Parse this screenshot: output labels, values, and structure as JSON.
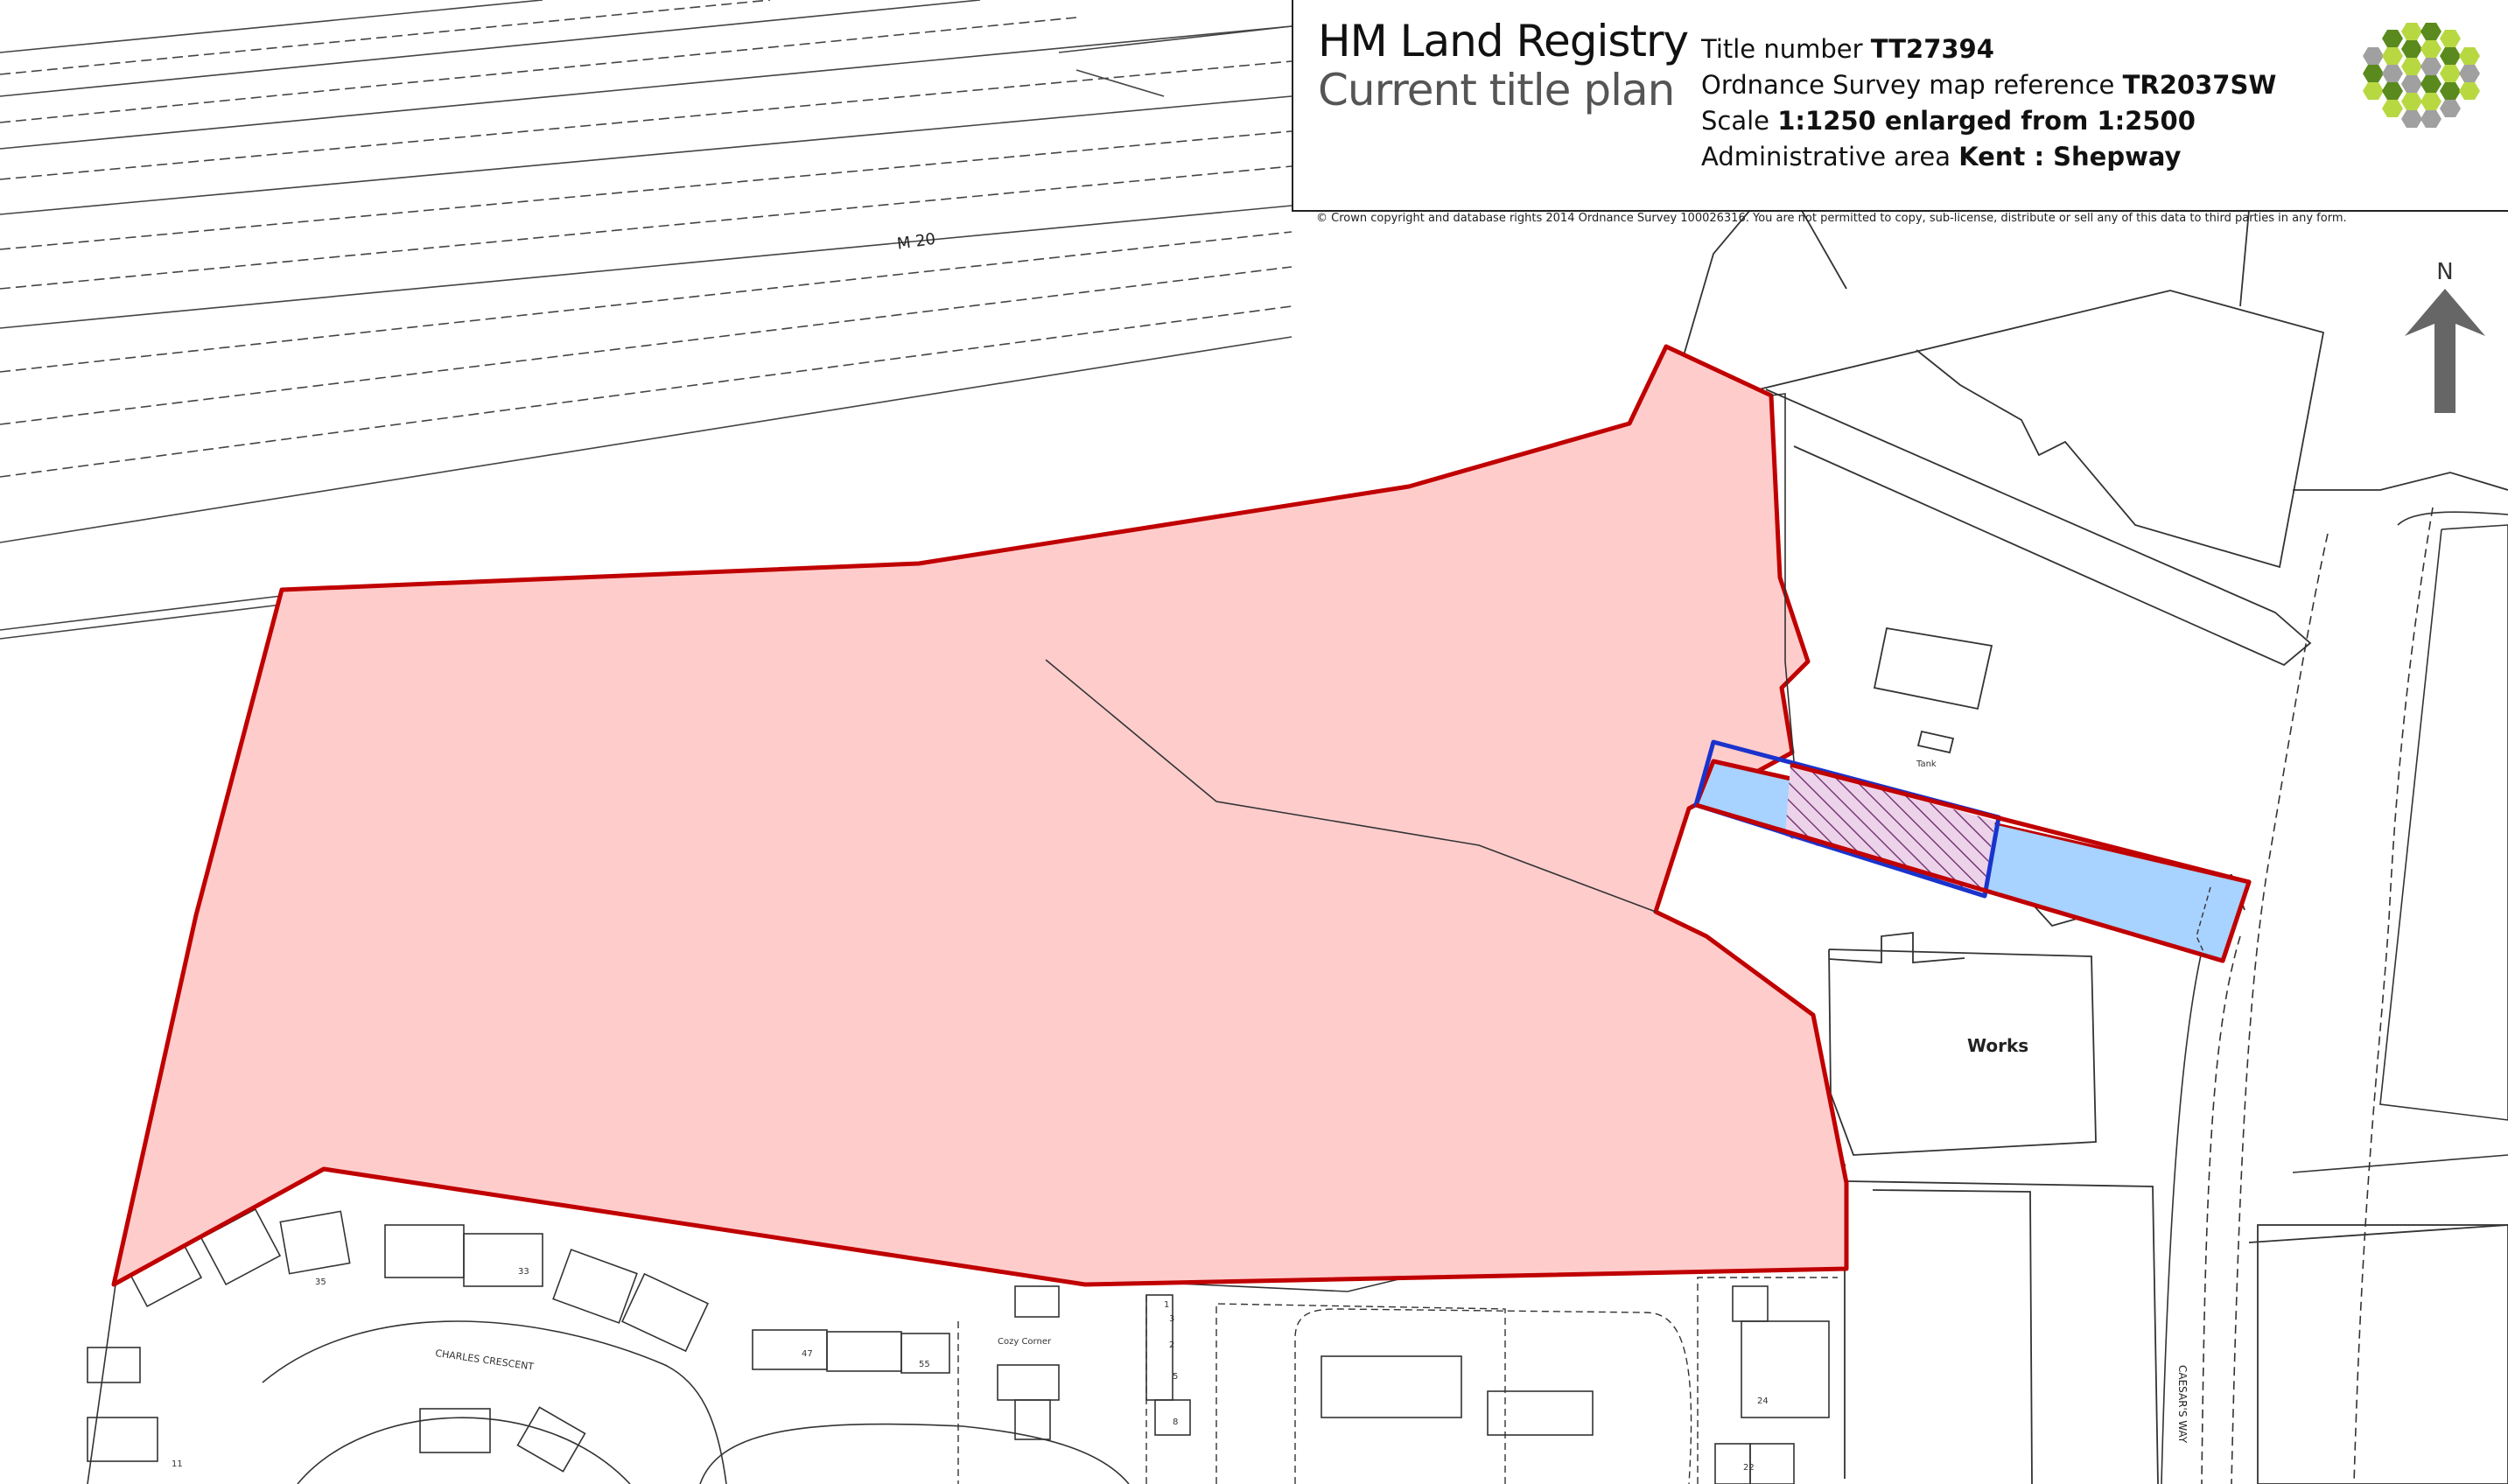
{
  "header": {
    "brand": "HM Land Registry",
    "subtitle": "Current title plan",
    "title_number_label": "Title number ",
    "title_number": "TT27394",
    "os_ref_label": "Ordnance Survey map reference ",
    "os_ref": "TR2037SW",
    "scale_label": "Scale ",
    "scale": "1:1250 enlarged from 1:2500",
    "admin_label": "Administrative area ",
    "admin_area": "Kent : Shepway"
  },
  "copyright": "© Crown copyright and database rights 2014 Ordnance Survey 100026316.  You are not permitted to copy, sub-license, distribute or sell any of this data to third parties in any form.",
  "north_label": "N",
  "map_labels": {
    "motorway": "M 20",
    "works": "Works",
    "tank": "Tank",
    "street_charles": "CHARLES CRESCENT",
    "street_caesars": "CAESAR'S WAY",
    "house_cozy": "Cozy Corner",
    "num_35": "35",
    "num_33": "33",
    "num_47": "47",
    "num_55": "55",
    "num_11": "11",
    "num_1": "1",
    "num_2": "2",
    "num_3": "3",
    "num_5": "5",
    "num_8": "8",
    "num_24": "24",
    "num_22": "22"
  },
  "colors": {
    "title_fill": "#ffcccc",
    "title_edge": "#c00000",
    "easement_fill": "#a8d2ff",
    "easement_edge": "#1a33cc",
    "map_line": "#333333",
    "logo_dark": "#5a8a1e",
    "logo_light": "#b8d842",
    "logo_grey": "#a0a0a0"
  }
}
